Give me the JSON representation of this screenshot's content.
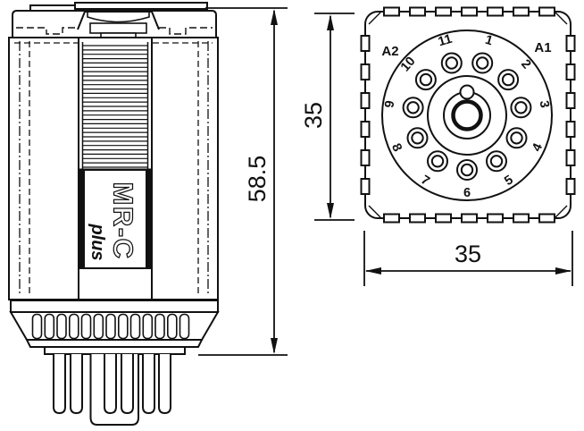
{
  "relay_view": {
    "brand": "MR-C",
    "brand_suffix": "plus",
    "height_dim": "58.5"
  },
  "socket_view": {
    "width_dim": "35",
    "height_dim": "35",
    "terminal_left": "A2",
    "terminal_right": "A1",
    "pin_numbers": [
      "1",
      "2",
      "3",
      "4",
      "5",
      "6",
      "7",
      "8",
      "9",
      "10",
      "11"
    ]
  },
  "colors": {
    "line": "#111111",
    "background": "#ffffff"
  }
}
